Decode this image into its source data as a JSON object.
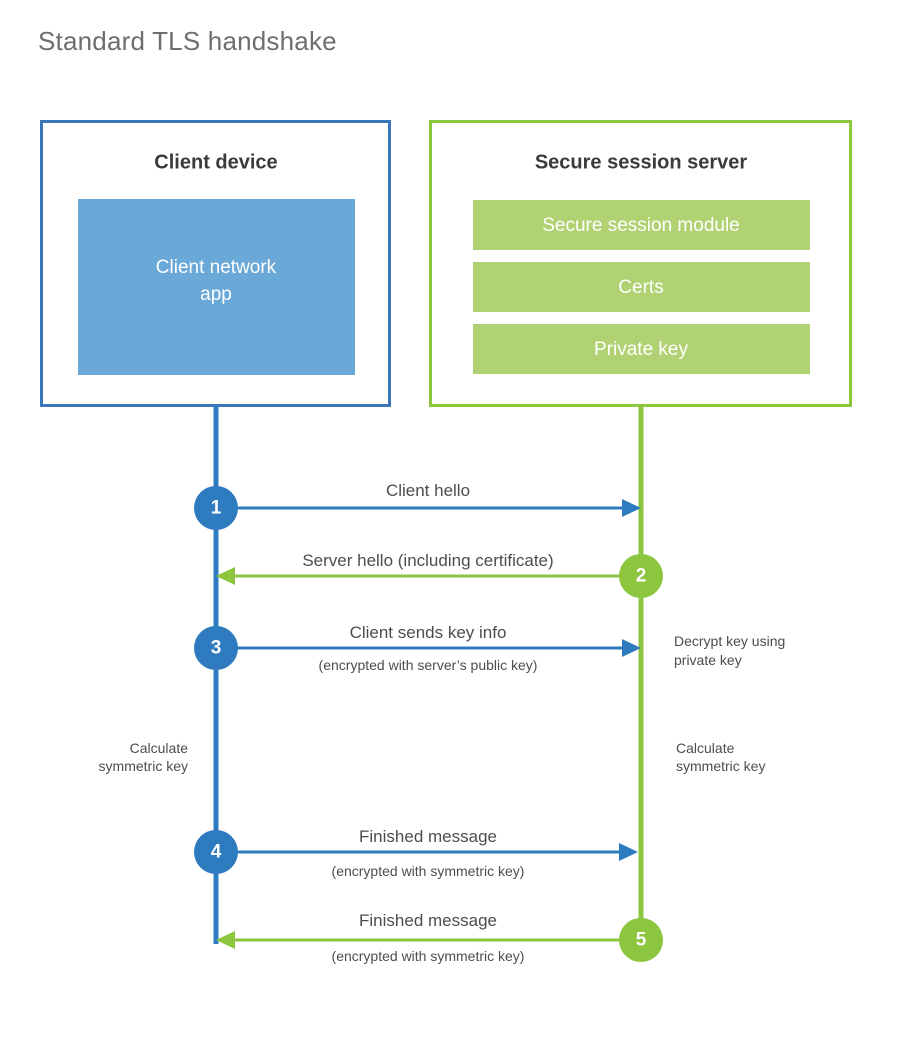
{
  "title": "Standard TLS handshake",
  "colors": {
    "blue_border": "#3a76b8",
    "blue_fill": "#6aa8d8",
    "blue_accent": "#2e7cbf",
    "green_border": "#8dc63f",
    "green_fill": "#b0d273",
    "green_accent": "#8cc63e",
    "title_text": "#6d6e71",
    "body_text": "#4d4d4f",
    "heading_text": "#3b3b3d",
    "background": "#ffffff"
  },
  "client": {
    "title": "Client device",
    "module": "Client network app"
  },
  "server": {
    "title": "Secure session server",
    "modules": [
      "Secure session module",
      "Certs",
      "Private key"
    ]
  },
  "steps": [
    {
      "number": "1",
      "side": "client",
      "direction": "right",
      "label": "Client hello",
      "sublabel": ""
    },
    {
      "number": "2",
      "side": "server",
      "direction": "left",
      "label": "Server hello (including certificate)",
      "sublabel": ""
    },
    {
      "number": "3",
      "side": "client",
      "direction": "right",
      "label": "Client sends key info",
      "sublabel": "(encrypted with server’s public key)"
    },
    {
      "number": "4",
      "side": "client",
      "direction": "right",
      "label": "Finished message",
      "sublabel": "(encrypted with symmetric key)"
    },
    {
      "number": "5",
      "side": "server",
      "direction": "left",
      "label": "Finished message",
      "sublabel": "(encrypted with symmetric key)"
    }
  ],
  "notes": {
    "decrypt_line1": "Decrypt key using",
    "decrypt_line2": "private key",
    "client_calc_line1": "Calculate",
    "client_calc_line2": "symmetric key",
    "server_calc_line1": "Calculate",
    "server_calc_line2": "symmetric key"
  }
}
